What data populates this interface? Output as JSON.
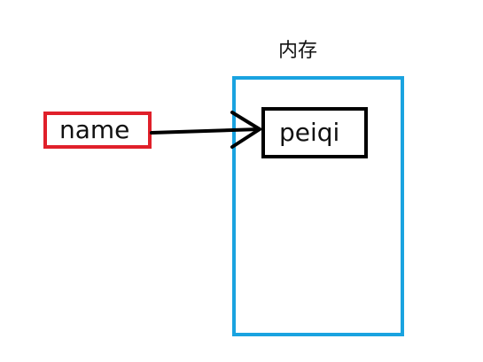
{
  "memory": {
    "label": "内存"
  },
  "variable": {
    "name": "name"
  },
  "value": {
    "text": "peiqi"
  },
  "colors": {
    "memory_border": "#1aa3e0",
    "variable_border": "#e0202a",
    "value_border": "#000000",
    "arrow": "#000000"
  }
}
